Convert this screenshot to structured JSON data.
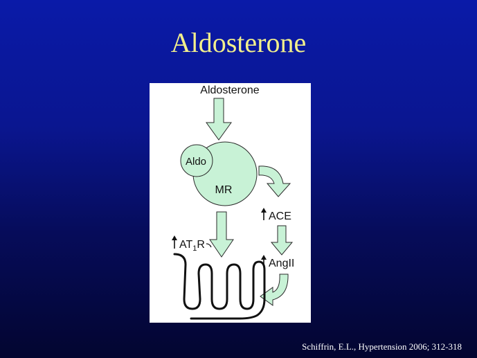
{
  "slide": {
    "title": "Aldosterone",
    "citation": "Schiffrin, E.L., Hypertension 2006; 312-318"
  },
  "diagram": {
    "top_label": "Aldosterone",
    "small_circle_label": "Aldo",
    "large_circle_label": "MR",
    "ace_label": "ACE",
    "angii_label": "AngII",
    "at1r_prefix": "AT",
    "at1r_subscript": "1",
    "at1r_suffix": "R",
    "colors": {
      "fill": "#c8f2d6",
      "stroke": "#2a2a2a",
      "background": "#ffffff"
    }
  }
}
